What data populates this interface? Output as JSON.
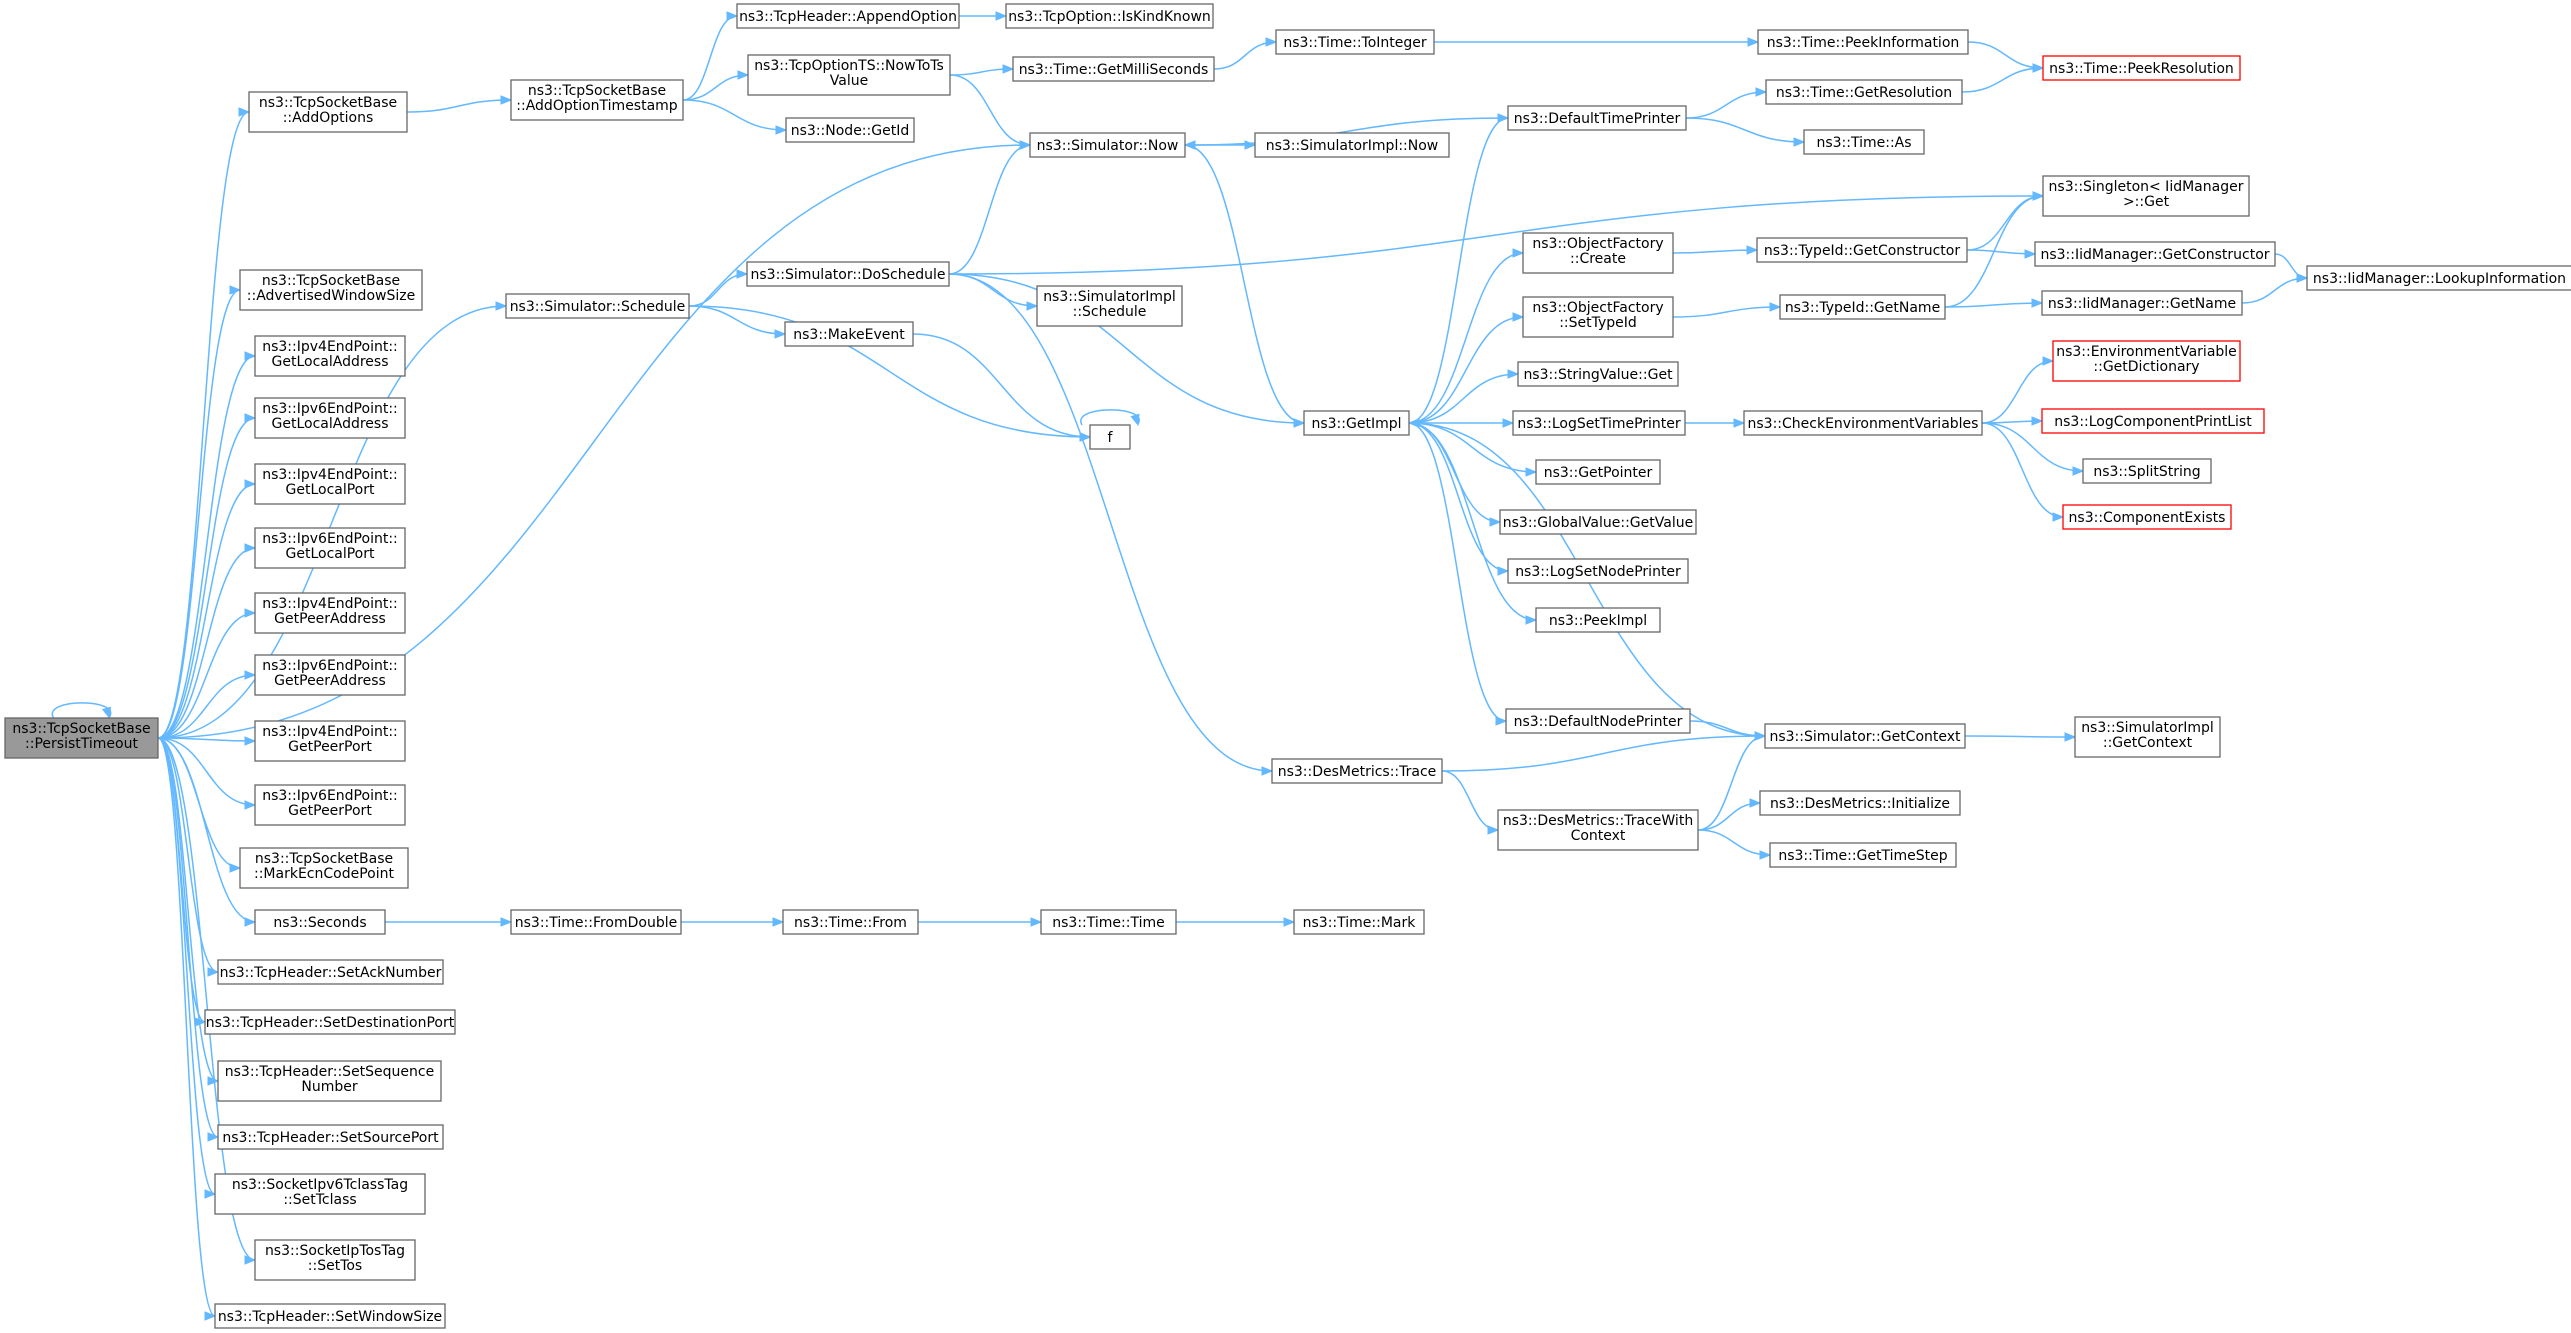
{
  "colors": {
    "edge": "#63b8ff",
    "root_fill": "#999999",
    "node_border": "#666666",
    "highlight_border": "#ff0000"
  },
  "nodes": {
    "root": [
      "ns3::TcpSocketBase",
      "::PersistTimeout"
    ],
    "addOptions": [
      "ns3::TcpSocketBase",
      "::AddOptions"
    ],
    "advWin": [
      "ns3::TcpSocketBase",
      "::AdvertisedWindowSize"
    ],
    "ip4LocalAddr": [
      "ns3::Ipv4EndPoint::",
      "GetLocalAddress"
    ],
    "ip6LocalAddr": [
      "ns3::Ipv6EndPoint::",
      "GetLocalAddress"
    ],
    "ip4LocalPort": [
      "ns3::Ipv4EndPoint::",
      "GetLocalPort"
    ],
    "ip6LocalPort": [
      "ns3::Ipv6EndPoint::",
      "GetLocalPort"
    ],
    "ip4PeerAddr": [
      "ns3::Ipv4EndPoint::",
      "GetPeerAddress"
    ],
    "ip6PeerAddr": [
      "ns3::Ipv6EndPoint::",
      "GetPeerAddress"
    ],
    "ip4PeerPort": [
      "ns3::Ipv4EndPoint::",
      "GetPeerPort"
    ],
    "ip6PeerPort": [
      "ns3::Ipv6EndPoint::",
      "GetPeerPort"
    ],
    "markEcn": [
      "ns3::TcpSocketBase",
      "::MarkEcnCodePoint"
    ],
    "seconds": [
      "ns3::Seconds"
    ],
    "setAck": [
      "ns3::TcpHeader::SetAckNumber"
    ],
    "setDstPort": [
      "ns3::TcpHeader::SetDestinationPort"
    ],
    "setSeq": [
      "ns3::TcpHeader::SetSequence",
      "Number"
    ],
    "setSrcPort": [
      "ns3::TcpHeader::SetSourcePort"
    ],
    "setTclass": [
      "ns3::SocketIpv6TclassTag",
      "::SetTclass"
    ],
    "setTos": [
      "ns3::SocketIpTosTag",
      "::SetTos"
    ],
    "setWin": [
      "ns3::TcpHeader::SetWindowSize"
    ],
    "addOptTs": [
      "ns3::TcpSocketBase",
      "::AddOptionTimestamp"
    ],
    "schedule": [
      "ns3::Simulator::Schedule"
    ],
    "appendOpt": [
      "ns3::TcpHeader::AppendOption"
    ],
    "nowToTs": [
      "ns3::TcpOptionTS::NowToTs",
      "Value"
    ],
    "nodeGetId": [
      "ns3::Node::GetId"
    ],
    "isKindKnown": [
      "ns3::TcpOption::IsKindKnown"
    ],
    "getMilli": [
      "ns3::Time::GetMilliSeconds"
    ],
    "simNow": [
      "ns3::Simulator::Now"
    ],
    "doSchedule": [
      "ns3::Simulator::DoSchedule"
    ],
    "makeEvent": [
      "ns3::MakeEvent"
    ],
    "f": [
      "f"
    ],
    "toInteger": [
      "ns3::Time::ToInteger"
    ],
    "implNow": [
      "ns3::SimulatorImpl::Now"
    ],
    "implSchedule": [
      "ns3::SimulatorImpl",
      "::Schedule"
    ],
    "getImpl": [
      "ns3::GetImpl"
    ],
    "desTrace": [
      "ns3::DesMetrics::Trace"
    ],
    "defTimePrinter": [
      "ns3::DefaultTimePrinter"
    ],
    "ofCreate": [
      "ns3::ObjectFactory",
      "::Create"
    ],
    "ofSetTypeId": [
      "ns3::ObjectFactory",
      "::SetTypeId"
    ],
    "strGet": [
      "ns3::StringValue::Get"
    ],
    "logSetTime": [
      "ns3::LogSetTimePrinter"
    ],
    "getPointer": [
      "ns3::GetPointer"
    ],
    "gvGetValue": [
      "ns3::GlobalValue::GetValue"
    ],
    "logSetNode": [
      "ns3::LogSetNodePrinter"
    ],
    "peekImpl": [
      "ns3::PeekImpl"
    ],
    "defNodePrinter": [
      "ns3::DefaultNodePrinter"
    ],
    "traceWithCtx": [
      "ns3::DesMetrics::TraceWith",
      "Context"
    ],
    "peekInfo": [
      "ns3::Time::PeekInformation"
    ],
    "getRes": [
      "ns3::Time::GetResolution"
    ],
    "timeAs": [
      "ns3::Time::As"
    ],
    "tidGetCtor": [
      "ns3::TypeId::GetConstructor"
    ],
    "tidGetName": [
      "ns3::TypeId::GetName"
    ],
    "checkEnv": [
      "ns3::CheckEnvironmentVariables"
    ],
    "getContext": [
      "ns3::Simulator::GetContext"
    ],
    "desInit": [
      "ns3::DesMetrics::Initialize"
    ],
    "getTimeStep": [
      "ns3::Time::GetTimeStep"
    ],
    "peekRes": [
      "ns3::Time::PeekResolution"
    ],
    "singletonGet": [
      "ns3::Singleton< IidManager",
      ">::Get"
    ],
    "iidGetCtor": [
      "ns3::IidManager::GetConstructor"
    ],
    "iidGetName": [
      "ns3::IidManager::GetName"
    ],
    "iidLookup": [
      "ns3::IidManager::LookupInformation"
    ],
    "envGetDict": [
      "ns3::EnvironmentVariable",
      "::GetDictionary"
    ],
    "logCompList": [
      "ns3::LogComponentPrintList"
    ],
    "splitString": [
      "ns3::SplitString"
    ],
    "compExists": [
      "ns3::ComponentExists"
    ],
    "implGetCtx": [
      "ns3::SimulatorImpl",
      "::GetContext"
    ],
    "timeFromDouble": [
      "ns3::Time::FromDouble"
    ],
    "timeFrom": [
      "ns3::Time::From"
    ],
    "timeTime": [
      "ns3::Time::Time"
    ],
    "timeMark": [
      "ns3::Time::Mark"
    ]
  },
  "edges": [
    [
      "root",
      "root"
    ],
    [
      "root",
      "addOptions"
    ],
    [
      "root",
      "simNow"
    ],
    [
      "root",
      "schedule"
    ],
    [
      "root",
      "advWin"
    ],
    [
      "root",
      "ip4LocalAddr"
    ],
    [
      "root",
      "ip6LocalAddr"
    ],
    [
      "root",
      "ip4LocalPort"
    ],
    [
      "root",
      "ip6LocalPort"
    ],
    [
      "root",
      "ip4PeerAddr"
    ],
    [
      "root",
      "ip6PeerAddr"
    ],
    [
      "root",
      "ip4PeerPort"
    ],
    [
      "root",
      "ip6PeerPort"
    ],
    [
      "root",
      "markEcn"
    ],
    [
      "root",
      "seconds"
    ],
    [
      "root",
      "setAck"
    ],
    [
      "root",
      "setDstPort"
    ],
    [
      "root",
      "setSeq"
    ],
    [
      "root",
      "setSrcPort"
    ],
    [
      "root",
      "setTclass"
    ],
    [
      "root",
      "setTos"
    ],
    [
      "root",
      "setWin"
    ],
    [
      "addOptions",
      "addOptTs"
    ],
    [
      "addOptTs",
      "appendOpt"
    ],
    [
      "addOptTs",
      "nowToTs"
    ],
    [
      "addOptTs",
      "nodeGetId"
    ],
    [
      "appendOpt",
      "isKindKnown"
    ],
    [
      "nowToTs",
      "getMilli"
    ],
    [
      "nowToTs",
      "simNow"
    ],
    [
      "getMilli",
      "toInteger"
    ],
    [
      "toInteger",
      "peekInfo"
    ],
    [
      "peekInfo",
      "peekRes"
    ],
    [
      "simNow",
      "implNow"
    ],
    [
      "simNow",
      "getImpl"
    ],
    [
      "schedule",
      "doSchedule"
    ],
    [
      "schedule",
      "makeEvent"
    ],
    [
      "schedule",
      "f"
    ],
    [
      "makeEvent",
      "f"
    ],
    [
      "f",
      "f"
    ],
    [
      "doSchedule",
      "simNow"
    ],
    [
      "doSchedule",
      "singletonGet"
    ],
    [
      "doSchedule",
      "implSchedule"
    ],
    [
      "doSchedule",
      "getImpl"
    ],
    [
      "doSchedule",
      "desTrace"
    ],
    [
      "getImpl",
      "defTimePrinter"
    ],
    [
      "getImpl",
      "ofCreate"
    ],
    [
      "getImpl",
      "ofSetTypeId"
    ],
    [
      "getImpl",
      "strGet"
    ],
    [
      "getImpl",
      "logSetTime"
    ],
    [
      "getImpl",
      "getPointer"
    ],
    [
      "getImpl",
      "gvGetValue"
    ],
    [
      "getImpl",
      "logSetNode"
    ],
    [
      "getImpl",
      "peekImpl"
    ],
    [
      "getImpl",
      "defNodePrinter"
    ],
    [
      "defTimePrinter",
      "simNow"
    ],
    [
      "defTimePrinter",
      "getRes"
    ],
    [
      "defTimePrinter",
      "timeAs"
    ],
    [
      "getRes",
      "peekRes"
    ],
    [
      "ofCreate",
      "tidGetCtor"
    ],
    [
      "ofSetTypeId",
      "tidGetName"
    ],
    [
      "tidGetCtor",
      "singletonGet"
    ],
    [
      "tidGetCtor",
      "iidGetCtor"
    ],
    [
      "tidGetName",
      "singletonGet"
    ],
    [
      "tidGetName",
      "iidGetName"
    ],
    [
      "iidGetCtor",
      "iidLookup"
    ],
    [
      "iidGetName",
      "iidLookup"
    ],
    [
      "logSetTime",
      "checkEnv"
    ],
    [
      "checkEnv",
      "envGetDict"
    ],
    [
      "checkEnv",
      "logCompList"
    ],
    [
      "checkEnv",
      "splitString"
    ],
    [
      "checkEnv",
      "compExists"
    ],
    [
      "defNodePrinter",
      "getContext"
    ],
    [
      "getContext",
      "getImpl"
    ],
    [
      "getContext",
      "implGetCtx"
    ],
    [
      "desTrace",
      "getContext"
    ],
    [
      "desTrace",
      "traceWithCtx"
    ],
    [
      "traceWithCtx",
      "getContext"
    ],
    [
      "traceWithCtx",
      "desInit"
    ],
    [
      "traceWithCtx",
      "getTimeStep"
    ],
    [
      "seconds",
      "timeFromDouble"
    ],
    [
      "timeFromDouble",
      "timeFrom"
    ],
    [
      "timeFrom",
      "timeTime"
    ],
    [
      "timeTime",
      "timeMark"
    ]
  ]
}
